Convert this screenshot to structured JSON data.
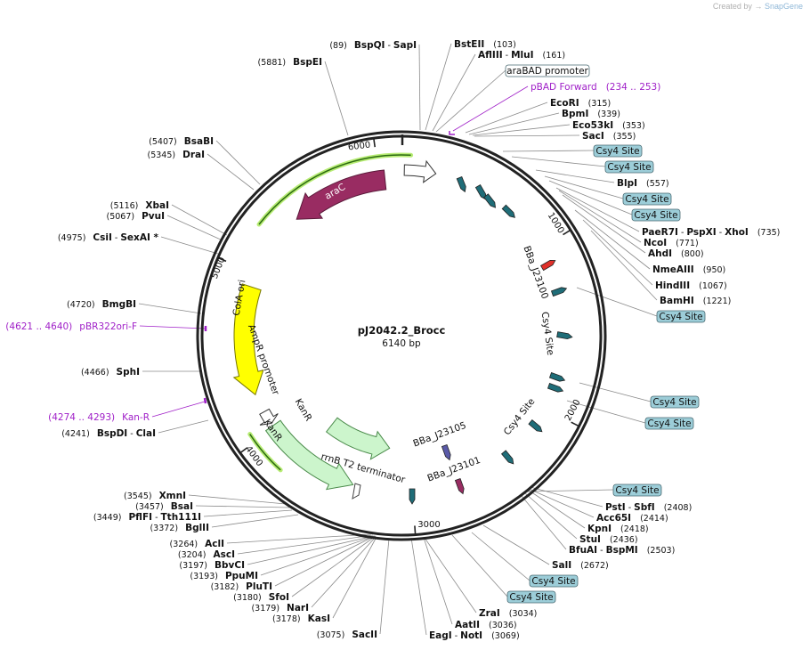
{
  "credit": {
    "prefix": "Created by",
    "brand": "SnapGene"
  },
  "plasmid": {
    "name": "pJ2042.2_Brocc",
    "size_label": "6140 bp"
  },
  "ticks": [
    "6000",
    "1000",
    "2000",
    "3000",
    "4000",
    "5000"
  ],
  "features": [
    {
      "name": "araC",
      "color": "#992c62",
      "type": "arrow"
    },
    {
      "name": "ColA ori",
      "color": "#ffff00",
      "type": "arrow"
    },
    {
      "name": "KanR",
      "color": "#ccf5cc",
      "type": "arrow"
    },
    {
      "name": "KanR",
      "color": "#ccf5cc",
      "type": "arrow"
    },
    {
      "name": "AmpR promoter",
      "color": "#ffffff",
      "type": "promoter"
    },
    {
      "name": "rrnB T2 terminator",
      "color": "#ffffff",
      "type": "terminator"
    },
    {
      "name": "BBa_J23100",
      "color": "#e0302a",
      "type": "small"
    },
    {
      "name": "BBa_J23105",
      "color": "#5a5aa8",
      "type": "small"
    },
    {
      "name": "BBa_J23101",
      "color": "#992c62",
      "type": "small"
    },
    {
      "name": "Csy4 Site",
      "color": "#1f6d78",
      "type": "small"
    },
    {
      "name": "Csy4 Site",
      "color": "#1f6d78",
      "type": "small"
    }
  ],
  "right_labels": [
    {
      "name": "BstEII",
      "pos": "(103)"
    },
    {
      "name": "AflIII",
      "sep": " - ",
      "name2": "MluI",
      "pos": "(161)"
    },
    {
      "name": "araBAD promoter",
      "style": "white-box"
    },
    {
      "name": "pBAD Forward",
      "pos": "(234 .. 253)",
      "style": "primer"
    },
    {
      "name": "EcoRI",
      "pos": "(315)"
    },
    {
      "name": "BpmI",
      "pos": "(339)"
    },
    {
      "name": "Eco53kI",
      "pos": "(353)"
    },
    {
      "name": "SacI",
      "pos": "(355)"
    },
    {
      "name": "Csy4 Site",
      "style": "teal-box"
    },
    {
      "name": "Csy4 Site",
      "style": "teal-box"
    },
    {
      "name": "BlpI",
      "pos": "(557)"
    },
    {
      "name": "Csy4 Site",
      "style": "teal-box"
    },
    {
      "name": "Csy4 Site",
      "style": "teal-box"
    },
    {
      "name": "PaeR7I",
      "sep": " - ",
      "name2": "PspXI",
      "sep2": " - ",
      "name3": "XhoI",
      "pos": "(735)"
    },
    {
      "name": "NcoI",
      "pos": "(771)"
    },
    {
      "name": "AhdI",
      "pos": "(800)"
    },
    {
      "name": "NmeAIII",
      "pos": "(950)"
    },
    {
      "name": "HindIII",
      "pos": "(1067)"
    },
    {
      "name": "BamHI",
      "pos": "(1221)"
    },
    {
      "name": "Csy4 Site",
      "style": "teal-box"
    },
    {
      "name": "Csy4 Site",
      "style": "teal-box"
    },
    {
      "name": "Csy4 Site",
      "style": "teal-box"
    },
    {
      "name": "Csy4 Site",
      "style": "teal-box"
    },
    {
      "name": "PstI",
      "sep": " - ",
      "name2": "SbfI",
      "pos": "(2408)"
    },
    {
      "name": "Acc65I",
      "pos": "(2414)"
    },
    {
      "name": "KpnI",
      "pos": "(2418)"
    },
    {
      "name": "StuI",
      "pos": "(2436)"
    },
    {
      "name": "BfuAI",
      "sep": " - ",
      "name2": "BspMI",
      "pos": "(2503)"
    },
    {
      "name": "SalI",
      "pos": "(2672)"
    },
    {
      "name": "Csy4 Site",
      "style": "teal-box"
    },
    {
      "name": "Csy4 Site",
      "style": "teal-box"
    },
    {
      "name": "ZraI",
      "pos": "(3034)"
    },
    {
      "name": "AatII",
      "pos": "(3036)"
    },
    {
      "name": "EagI",
      "sep": " - ",
      "name2": "NotI",
      "pos": "(3069)"
    }
  ],
  "left_labels": [
    {
      "name": "BspQI",
      "sep": " - ",
      "name2": "SapI",
      "pos": "(89)"
    },
    {
      "name": "BspEI",
      "pos": "(5881)"
    },
    {
      "name": "BsaBI",
      "pos": "(5407)"
    },
    {
      "name": "DraI",
      "pos": "(5345)"
    },
    {
      "name": "XbaI",
      "pos": "(5116)"
    },
    {
      "name": "PvuI",
      "pos": "(5067)"
    },
    {
      "name": "CsiI",
      "sep": " - ",
      "name2": "SexAI *",
      "pos": "(4975)"
    },
    {
      "name": "BmgBI",
      "pos": "(4720)"
    },
    {
      "name": "pBR322ori-F",
      "pos": "(4621 .. 4640)",
      "style": "primer"
    },
    {
      "name": "SphI",
      "pos": "(4466)"
    },
    {
      "name": "Kan-R",
      "pos": "(4274 .. 4293)",
      "style": "primer"
    },
    {
      "name": "BspDI",
      "sep": " - ",
      "name2": "ClaI",
      "pos": "(4241)"
    },
    {
      "name": "XmnI",
      "pos": "(3545)"
    },
    {
      "name": "BsaI",
      "pos": "(3457)"
    },
    {
      "name": "PflFI",
      "sep": " - ",
      "name2": "Tth111I",
      "pos": "(3449)"
    },
    {
      "name": "BglII",
      "pos": "(3372)"
    },
    {
      "name": "AclI",
      "pos": "(3264)"
    },
    {
      "name": "AscI",
      "pos": "(3204)"
    },
    {
      "name": "BbvCI",
      "pos": "(3197)"
    },
    {
      "name": "PpuMI",
      "pos": "(3193)"
    },
    {
      "name": "PluTI",
      "pos": "(3182)"
    },
    {
      "name": "SfoI",
      "pos": "(3180)"
    },
    {
      "name": "NarI",
      "pos": "(3179)"
    },
    {
      "name": "KasI",
      "pos": "(3178)"
    },
    {
      "name": "SacII",
      "pos": "(3075)"
    }
  ]
}
